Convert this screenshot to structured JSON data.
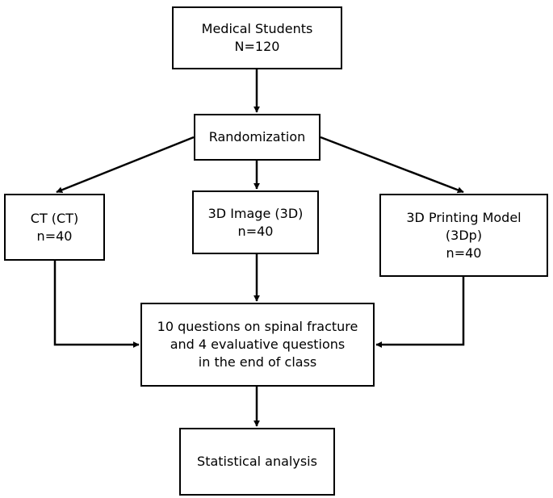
{
  "nodes": {
    "students": {
      "line1": "Medical Students",
      "line2": "N=120"
    },
    "randomization": {
      "line1": "Randomization"
    },
    "ct": {
      "line1": "CT (CT)",
      "line2": "n=40"
    },
    "image3d": {
      "line1": "3D Image (3D)",
      "line2": "n=40"
    },
    "printing": {
      "line1": "3D Printing Model",
      "line2": "(3Dp)",
      "line3": "n=40"
    },
    "questions": {
      "line1": "10 questions on spinal fracture",
      "line2": "and 4 evaluative questions",
      "line3": "in the end of class"
    },
    "stats": {
      "line1": "Statistical analysis"
    }
  },
  "colors": {
    "stroke": "#000000",
    "background": "#ffffff"
  }
}
